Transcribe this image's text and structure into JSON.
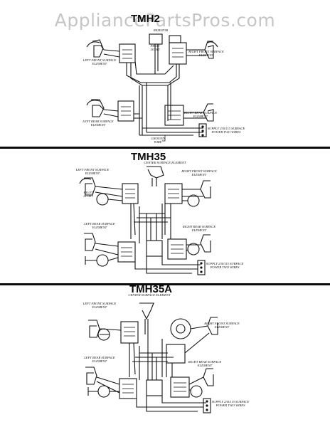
{
  "watermark": "AppliancePartsPros.com",
  "diagrams": [
    {
      "model": "TMH2",
      "labels": {
        "resistor": "RESISTOR",
        "pilot_light": "PILOT LIGHT",
        "left_front": "LEFT FRONT SURFACE ELEMENT",
        "right_front": "RIGHT FRONT SURFACE ELEMENT",
        "left_rear": "LEFT REAR SURFACE ELEMENT",
        "right_rear": "RIGHT REAR SURFACE ELEMENT",
        "supply": "SUPPLY 230/115 SURFACE POWER TWO WIRES",
        "ground": "GROUND WIRE"
      }
    },
    {
      "model": "TMH35",
      "labels": {
        "center": "CENTER SURFACE ELEMENT",
        "left_front": "LEFT FRONT SURFACE ELEMENT",
        "right_front": "RIGHT FRONT SURFACE ELEMENT",
        "pilot": "PILOT LIGHT",
        "left_rear": "LEFT REAR SURFACE ELEMENT",
        "right_rear": "RIGHT REAR SURFACE ELEMENT",
        "supply": "SUPPLY 230/115 SURFACE POWER TWO WIRES"
      }
    },
    {
      "model": "TMH35A",
      "labels": {
        "center": "CENTER SURFACE ELEMENT",
        "left_front": "LEFT FRONT SURFACE ELEMENT",
        "right_front": "RIGHT FRONT SURFACE ELEMENT",
        "left_rear": "LEFT REAR SURFACE ELEMENT",
        "right_rear": "RIGHT REAR SURFACE ELEMENT",
        "supply": "SUPPLY 230/115 SURFACE POWER TWO WIRES"
      }
    }
  ]
}
